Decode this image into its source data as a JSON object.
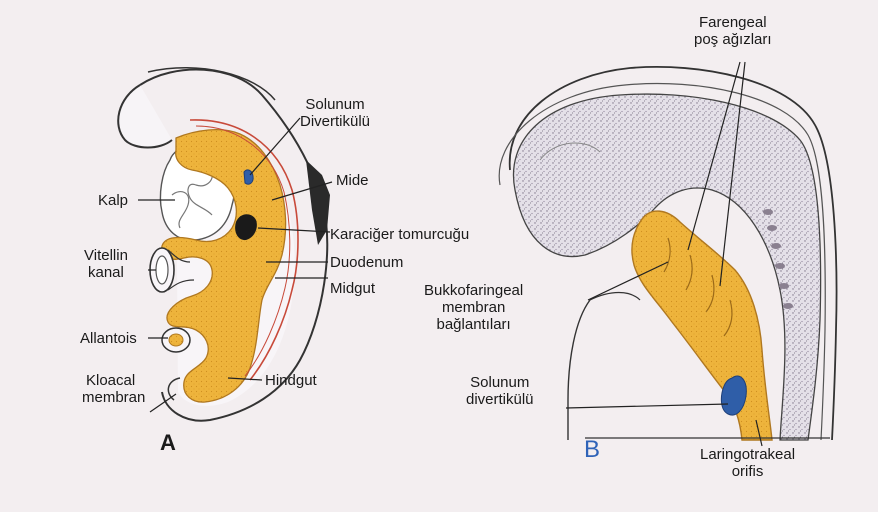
{
  "panel_a": {
    "letter": "A",
    "labels": {
      "solunum_divertikulu": [
        "Solunum",
        "Divertikülü"
      ],
      "mide": "Mide",
      "kalp": "Kalp",
      "karaciger": "Karaciğer tomurcuğu",
      "vitellin": [
        "Vitellin",
        "kanal"
      ],
      "duodenum": "Duodenum",
      "midgut": "Midgut",
      "allantois": "Allantois",
      "kloacal": [
        "Kloacal",
        "membran"
      ],
      "hindgut": "Hindgut"
    }
  },
  "panel_b": {
    "letter": "B",
    "labels": {
      "farengeal": [
        "Farengeal",
        "poş ağızları"
      ],
      "bukko": [
        "Bukkofaringeal",
        "membran",
        "bağlantıları"
      ],
      "solunum": [
        "Solunum",
        "divertikülü"
      ],
      "laringo": [
        "Laringotrakeal",
        "orifis"
      ]
    }
  },
  "colors": {
    "gut": "#eeb43c",
    "gut_dark": "#c98a1e",
    "embryo_fill": "#d8d2de",
    "stipple": "#6b6274",
    "heart": "#ffffff",
    "liver_bud": "#1a1a1a",
    "diverticulum": "#2f5ea8",
    "red_vessel": "#c84a3a",
    "outline": "#333333"
  }
}
